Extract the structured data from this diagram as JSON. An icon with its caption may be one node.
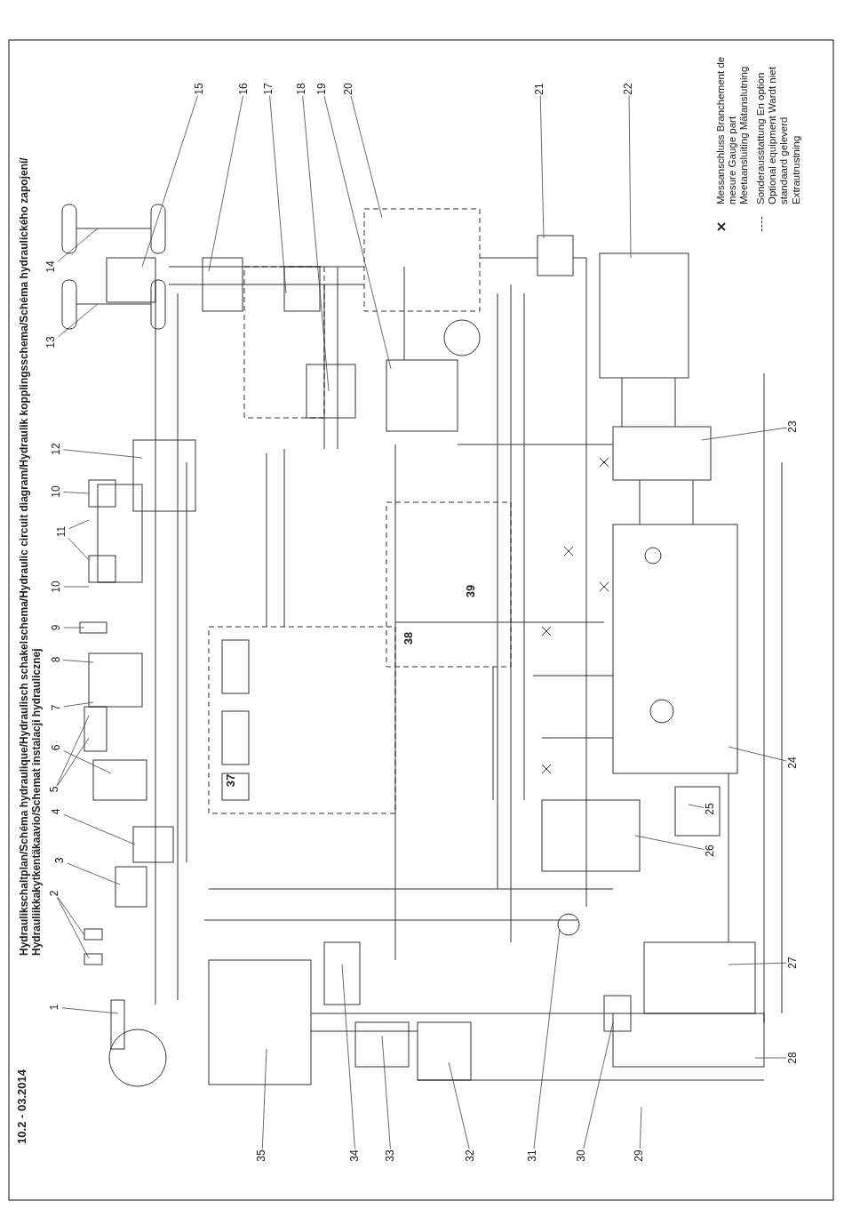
{
  "diagram": {
    "title": "Hydraulikschaltplan/Schéma hydraulique/Hydraulisch schakelschema/Hydraulic circuit diagram/Hydraulik kopplingsschema/Schéma hydraulického zapojení/ Hydrauliikkakytkentäkaavio/Schemat instalacji hydraulicznej",
    "nodes": [
      {
        "text": [
          "1"
        ]
      },
      {
        "text": [
          "2"
        ]
      },
      {
        "text": [
          "3"
        ]
      },
      {
        "text": [
          "4"
        ]
      },
      {
        "text": [
          "5"
        ]
      },
      {
        "text": [
          "6"
        ]
      },
      {
        "text": [
          "7"
        ]
      },
      {
        "text": [
          "8"
        ]
      },
      {
        "text": [
          "9"
        ]
      },
      {
        "text": [
          "10"
        ]
      },
      {
        "text": [
          "11"
        ]
      },
      {
        "text": [
          "10"
        ]
      },
      {
        "text": [
          "12"
        ]
      },
      {
        "text": [
          "13"
        ]
      },
      {
        "text": [
          "14"
        ]
      },
      {
        "text": [
          "15"
        ]
      },
      {
        "text": [
          "16"
        ]
      },
      {
        "text": [
          "17"
        ]
      },
      {
        "text": [
          "18"
        ]
      },
      {
        "text": [
          "19"
        ]
      },
      {
        "text": [
          "20"
        ]
      },
      {
        "text": [
          "21"
        ]
      },
      {
        "text": [
          "22"
        ]
      },
      {
        "text": [
          "23"
        ]
      },
      {
        "text": [
          "24"
        ]
      },
      {
        "text": [
          "25"
        ]
      },
      {
        "text": [
          "26"
        ]
      },
      {
        "text": [
          "27"
        ]
      },
      {
        "text": [
          "28"
        ]
      },
      {
        "text": [
          "29"
        ]
      },
      {
        "text": [
          "30"
        ]
      },
      {
        "text": [
          "31"
        ]
      },
      {
        "text": [
          "32"
        ]
      },
      {
        "text": [
          "33"
        ]
      },
      {
        "text": [
          "34"
        ]
      },
      {
        "text": [
          "35"
        ]
      }
    ],
    "edges": [
      {
        "from": 0,
        "to": null,
        "arrow": "none"
      },
      {
        "from": 1,
        "to": null,
        "arrow": "none"
      },
      {
        "from": 1,
        "to": null,
        "arrow": "none"
      },
      {
        "from": 2,
        "to": null,
        "arrow": "none"
      },
      {
        "from": 3,
        "to": null,
        "arrow": "none"
      },
      {
        "from": 4,
        "to": null,
        "arrow": "none"
      },
      {
        "from": 4,
        "to": null,
        "arrow": "none"
      },
      {
        "from": 5,
        "to": null,
        "arrow": "none"
      },
      {
        "from": 6,
        "to": null,
        "arrow": "none"
      },
      {
        "from": 7,
        "to": null,
        "arrow": "none"
      },
      {
        "from": 8,
        "to": null,
        "arrow": "none"
      },
      {
        "from": 9,
        "to": null,
        "arrow": "none"
      },
      {
        "from": 10,
        "to": null,
        "arrow": "none"
      },
      {
        "from": 10,
        "to": null,
        "arrow": "none"
      },
      {
        "from": 11,
        "to": null,
        "arrow": "none"
      },
      {
        "from": 12,
        "to": null,
        "arrow": "none"
      },
      {
        "from": 13,
        "to": null,
        "arrow": "none"
      },
      {
        "from": 14,
        "to": null,
        "arrow": "none"
      },
      {
        "from": 15,
        "to": null,
        "arrow": "none"
      },
      {
        "from": 16,
        "to": null,
        "arrow": "none"
      },
      {
        "from": 17,
        "to": null,
        "arrow": "none"
      },
      {
        "from": 18,
        "to": null,
        "arrow": "none"
      },
      {
        "from": 19,
        "to": null,
        "arrow": "none"
      },
      {
        "from": 20,
        "to": null,
        "arrow": "none"
      },
      {
        "from": 21,
        "to": null,
        "arrow": "none"
      },
      {
        "from": 22,
        "to": null,
        "arrow": "none"
      },
      {
        "from": 23,
        "to": null,
        "arrow": "none"
      },
      {
        "from": 24,
        "to": null,
        "arrow": "none"
      },
      {
        "from": 25,
        "to": null,
        "arrow": "none"
      },
      {
        "from": 26,
        "to": null,
        "arrow": "none"
      },
      {
        "from": 27,
        "to": null,
        "arrow": "none"
      },
      {
        "from": 28,
        "to": null,
        "arrow": "none"
      },
      {
        "from": 29,
        "to": null,
        "arrow": "none"
      },
      {
        "from": 30,
        "to": null,
        "arrow": "none"
      },
      {
        "from": 31,
        "to": null,
        "arrow": "none"
      },
      {
        "from": 32,
        "to": null,
        "arrow": "none"
      },
      {
        "from": 33,
        "to": null,
        "arrow": "none"
      },
      {
        "from": 34,
        "to": null,
        "arrow": "none"
      },
      {
        "from": 35,
        "to": null,
        "arrow": "none"
      }
    ],
    "labels": [
      "10.2 - 03.2014",
      "37",
      "38",
      "39"
    ],
    "legend": [
      {
        "text": "Messanschluss Branchement de mesure Gauge part Meetaansluiting Mätanslutning"
      },
      {
        "text": "Sonderausstattung En option Optional equipment Wardt niet standaard geleverd Extrautrustning"
      }
    ]
  }
}
